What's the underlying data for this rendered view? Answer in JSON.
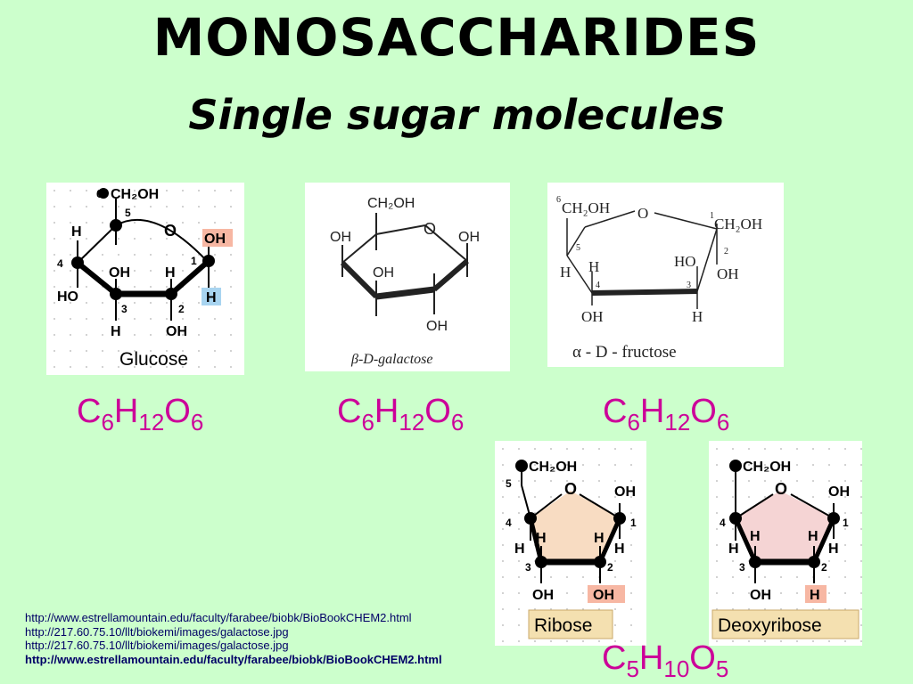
{
  "title": "MONOSACCHARIDES",
  "subtitle": "Single sugar molecules",
  "glucose": {
    "caption": "Glucose",
    "ch2oh": "CH₂OH",
    "num6": "6",
    "num5": "5",
    "num4": "4",
    "num3": "3",
    "num2": "2",
    "num1": "1",
    "o": "O",
    "oh": "OH",
    "h": "H",
    "ho": "HO"
  },
  "galactose": {
    "caption": "β-D-galactose",
    "ch2oh": "CH₂OH",
    "o": "O",
    "oh": "OH"
  },
  "fructose": {
    "caption": "α - D - fructose",
    "ch2oh": "CH₂OH",
    "num6": "6",
    "num5": "5",
    "num4": "4",
    "num3": "3",
    "num2": "2",
    "num1": "1",
    "o": "O",
    "oh": "OH",
    "h": "H",
    "ho": "HO"
  },
  "ribose": {
    "caption": "Ribose",
    "ch2oh": "CH₂OH",
    "num5": "5",
    "num4": "4",
    "num3": "3",
    "num2": "2",
    "num1": "1",
    "o": "O",
    "oh": "OH",
    "h": "H"
  },
  "deoxyribose": {
    "caption": "Deoxyribose",
    "ch2oh": "CH₂OH",
    "num4": "4",
    "num3": "3",
    "num2": "2",
    "num1": "1",
    "o": "O",
    "oh": "OH",
    "h": "H"
  },
  "formulas": {
    "glucose": {
      "c": "C",
      "cn": "6",
      "h": "H",
      "hn": "12",
      "o": "O",
      "on": "6"
    },
    "galactose": {
      "c": "C",
      "cn": "6",
      "h": "H",
      "hn": "12",
      "o": "O",
      "on": "6"
    },
    "fructose": {
      "c": "C",
      "cn": "6",
      "h": "H",
      "hn": "12",
      "o": "O",
      "on": "6"
    },
    "pentose": {
      "c": "C",
      "cn": "5",
      "h": "H",
      "hn": "10",
      "o": "O",
      "on": "5"
    }
  },
  "references": [
    "http://www.estrellamountain.edu/faculty/farabee/biobk/BioBookCHEM2.html",
    "http://217.60.75.10/llt/biokemi/images/galactose.jpg",
    "http://217.60.75.10/llt/biokemi/images/galactose.jpg",
    "http://www.estrellamountain.edu/faculty/farabee/biobk/BioBookCHEM2.html"
  ],
  "colors": {
    "background": "#ccffcc",
    "formula": "#cc0099",
    "oh_highlight": "#f7b7a3",
    "h_highlight": "#a8d4f0",
    "ribose_ring": "#f8dcc2",
    "deoxyribose_ring": "#f5d4d4",
    "caption_box": "#f4e0b0"
  }
}
